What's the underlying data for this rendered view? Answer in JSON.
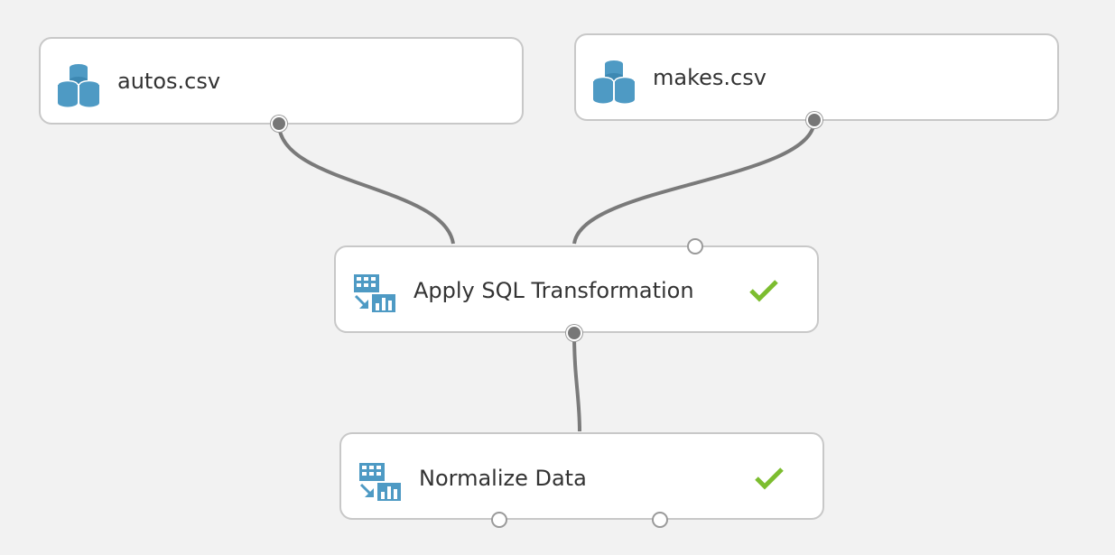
{
  "canvas": {
    "background": "#f2f2f2",
    "node_border": "#c8c8c8",
    "wire_color": "#7a7a7a",
    "icon_color": "#4e9ac4",
    "check_color": "#7cbd2f"
  },
  "modules": {
    "autos": {
      "label": "autos.csv",
      "icon": "dataset-icon"
    },
    "makes": {
      "label": "makes.csv",
      "icon": "dataset-icon"
    },
    "sql": {
      "label": "Apply SQL Transformation",
      "icon": "transform-icon",
      "status": "completed"
    },
    "normalize": {
      "label": "Normalize Data",
      "icon": "transform-icon",
      "status": "completed"
    }
  }
}
